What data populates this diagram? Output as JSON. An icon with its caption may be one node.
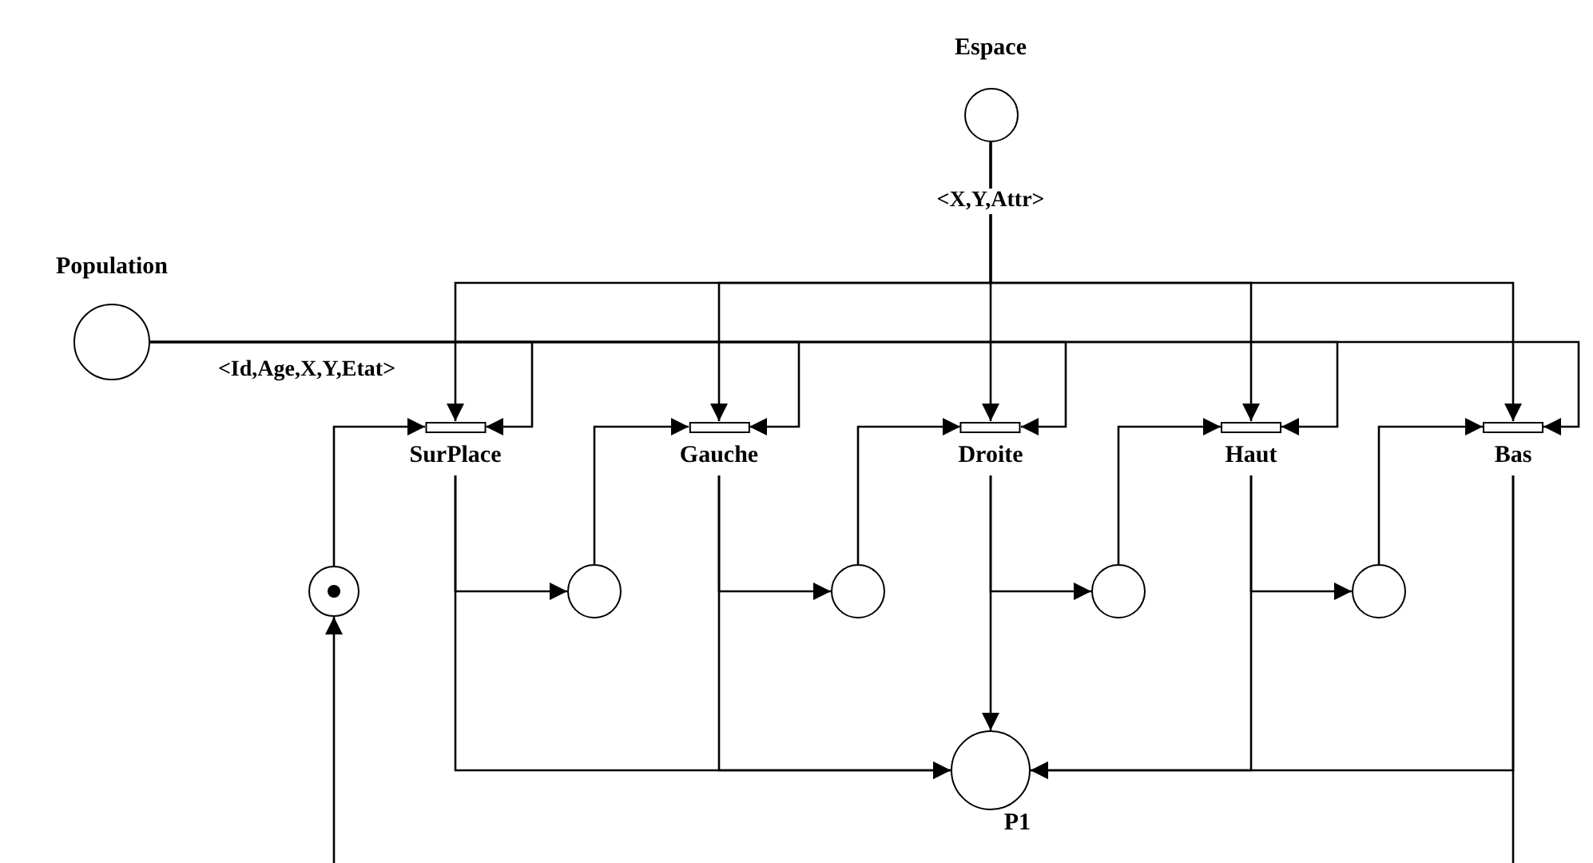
{
  "diagram": {
    "nodes": [
      {
        "text": [
          "Espace"
        ]
      },
      {
        "text": [
          "Population"
        ]
      },
      {
        "text": [
          "SurPlace"
        ]
      },
      {
        "text": [
          "Gauche"
        ]
      },
      {
        "text": [
          "Droite"
        ]
      },
      {
        "text": [
          "Haut"
        ]
      },
      {
        "text": [
          "Bas"
        ]
      },
      {
        "text": [],
        "shape": "circle"
      },
      {
        "text": [],
        "shape": "circle"
      },
      {
        "text": [],
        "shape": "circle"
      },
      {
        "text": [],
        "shape": "circle"
      },
      {
        "text": [],
        "shape": "circle"
      },
      {
        "text": [
          "P1"
        ]
      }
    ],
    "edges": [
      {
        "from": 1,
        "to": 2,
        "arrow": "to",
        "label": "<Id,Age,X,Y,Etat>"
      },
      {
        "from": 1,
        "to": 3,
        "arrow": "to"
      },
      {
        "from": 1,
        "to": 4,
        "arrow": "to"
      },
      {
        "from": 1,
        "to": 5,
        "arrow": "to"
      },
      {
        "from": 1,
        "to": 6,
        "arrow": "to"
      },
      {
        "from": 0,
        "to": 2,
        "arrow": "to"
      },
      {
        "from": 0,
        "to": 3,
        "arrow": "to"
      },
      {
        "from": 0,
        "to": 4,
        "arrow": "to",
        "label": "<X,Y,Attr>"
      },
      {
        "from": 0,
        "to": 5,
        "arrow": "to"
      },
      {
        "from": 0,
        "to": 6,
        "arrow": "to"
      },
      {
        "from": 7,
        "to": 2,
        "arrow": "to"
      },
      {
        "from": 8,
        "to": 3,
        "arrow": "to"
      },
      {
        "from": 9,
        "to": 4,
        "arrow": "to"
      },
      {
        "from": 10,
        "to": 5,
        "arrow": "to"
      },
      {
        "from": 11,
        "to": 6,
        "arrow": "to"
      },
      {
        "from": 2,
        "to": 8,
        "arrow": "to"
      },
      {
        "from": 3,
        "to": 9,
        "arrow": "to"
      },
      {
        "from": 4,
        "to": 10,
        "arrow": "to"
      },
      {
        "from": 5,
        "to": 11,
        "arrow": "to"
      },
      {
        "from": 2,
        "to": 12,
        "arrow": "to"
      },
      {
        "from": 3,
        "to": 12,
        "arrow": "to"
      },
      {
        "from": 4,
        "to": 12,
        "arrow": "to"
      },
      {
        "from": 5,
        "to": 12,
        "arrow": "to"
      },
      {
        "from": 6,
        "to": 12,
        "arrow": "to"
      },
      {
        "from": 6,
        "to": null,
        "arrow": "none"
      },
      {
        "from": null,
        "to": 7,
        "arrow": "to"
      }
    ]
  }
}
